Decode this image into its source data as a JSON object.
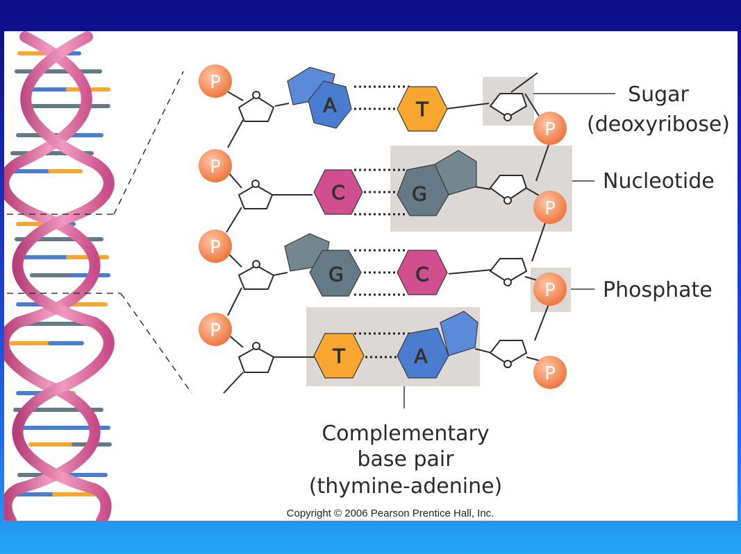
{
  "diagram": {
    "phosphate_symbol": "P",
    "bases": {
      "A": "A",
      "T": "T",
      "C": "C",
      "G": "G"
    },
    "labels": {
      "sugar_line1": "Sugar",
      "sugar_line2": "(deoxyribose)",
      "nucleotide": "Nucleotide",
      "phosphate": "Phosphate",
      "complementary_line1": "Complementary",
      "complementary_line2": "base pair",
      "complementary_line3": "(thymine-adenine)"
    },
    "copyright": "Copyright © 2006 Pearson Prentice Hall, Inc.",
    "colors": {
      "phosphate": "#f58a55",
      "adenine": "#4a7dd0",
      "thymine": "#f7a630",
      "cytosine": "#d24f8f",
      "guanine": "#667a86",
      "helix_strand": "#d85a96",
      "highlight_box": "#dcd8d6",
      "frame_blue": "#1c37c8"
    }
  }
}
